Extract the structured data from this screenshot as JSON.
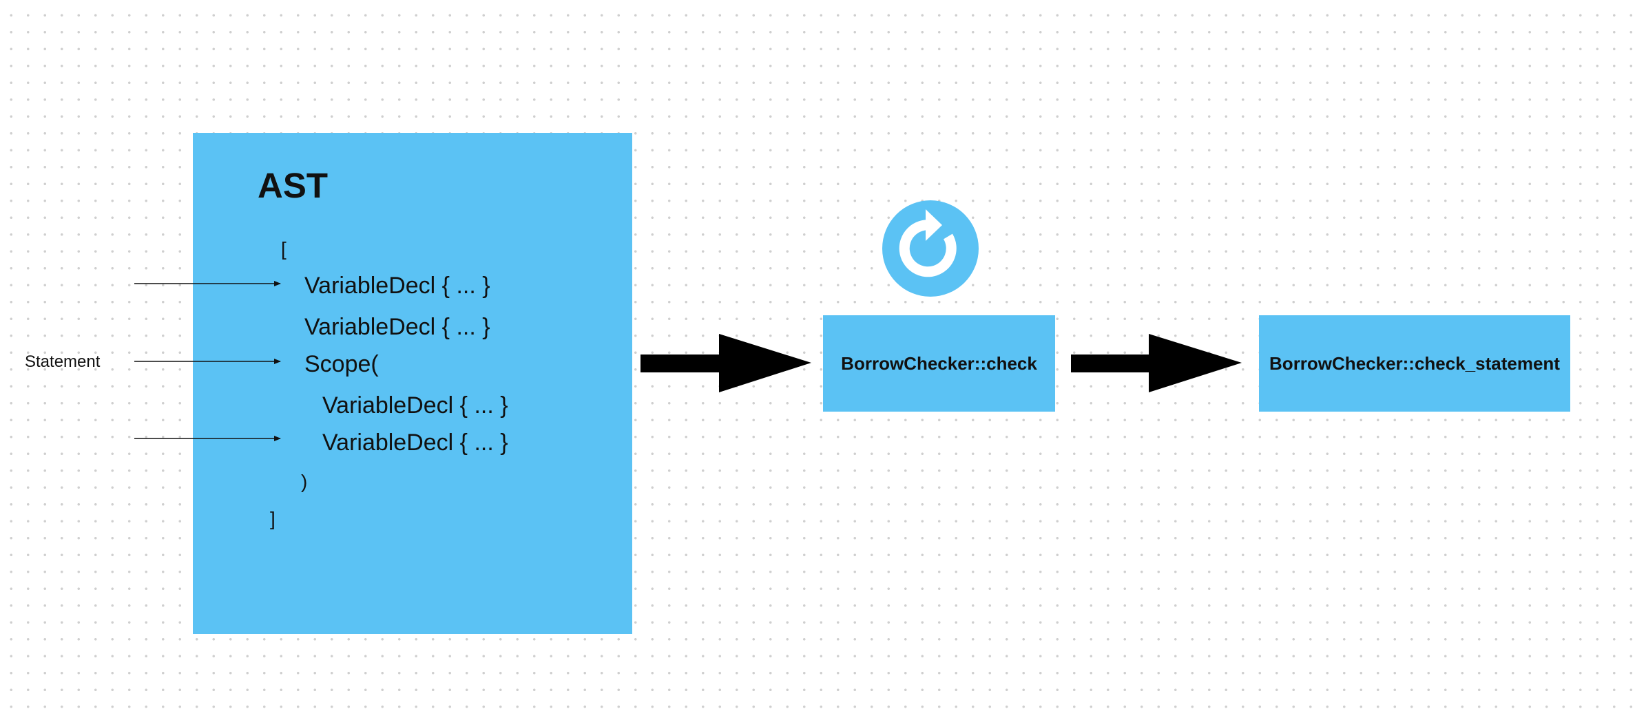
{
  "ast": {
    "title": "AST",
    "open_bracket": "[",
    "lines": [
      "VariableDecl { ... }",
      "VariableDecl { ... }",
      "Scope(",
      "VariableDecl { ... }",
      "VariableDecl { ... }",
      ")"
    ],
    "close_bracket": "]"
  },
  "statement_label": "Statement",
  "functions": {
    "check": "BorrowChecker::check",
    "check_statement": "BorrowChecker::check_statement"
  },
  "icons": {
    "loop": "loop-icon"
  },
  "colors": {
    "box_fill": "#5bc2f4",
    "arrow": "#000000",
    "icon_circle": "#5bc2f4",
    "icon_glyph": "#ffffff"
  }
}
